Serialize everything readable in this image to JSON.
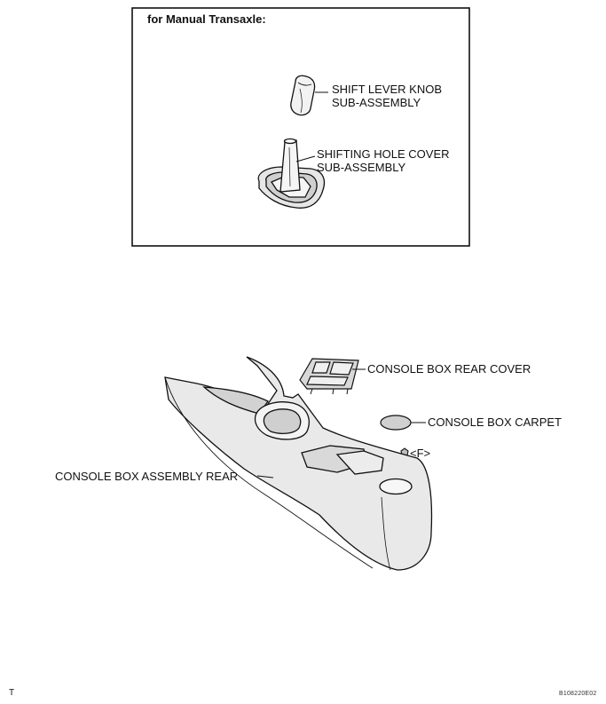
{
  "inset": {
    "title": "for Manual Transaxle:",
    "parts": [
      {
        "line1": "SHIFT LEVER KNOB",
        "line2": "SUB-ASSEMBLY"
      },
      {
        "line1": "SHIFTING HOLE COVER",
        "line2": "SUB-ASSEMBLY"
      }
    ]
  },
  "main": {
    "labels": {
      "rear_cover": "CONSOLE BOX REAR COVER",
      "carpet": "CONSOLE BOX CARPET",
      "fastener": "<F>",
      "assembly": "CONSOLE BOX ASSEMBLY REAR"
    }
  },
  "footer": {
    "left_mark": "T",
    "code": "B108220E02"
  }
}
